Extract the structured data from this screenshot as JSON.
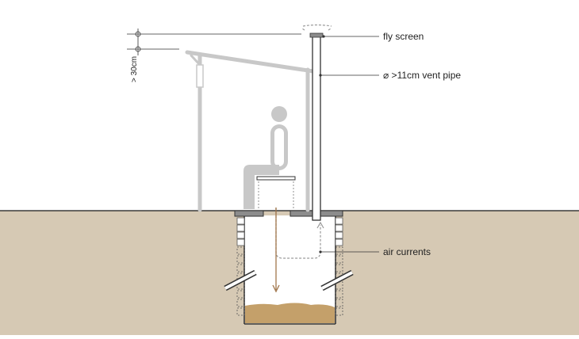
{
  "diagram": {
    "labels": {
      "fly_screen": "fly screen",
      "vent_pipe": "⌀ >11cm vent pipe",
      "air_currents": "air currents",
      "height_dim": "> 30cm"
    },
    "colors": {
      "ground": "#d6c9b4",
      "ground_line": "#3a3a3a",
      "structure_grey": "#c8c8c8",
      "line_dark": "#333333",
      "sludge": "#c4a06a",
      "arrow_brown": "#a0754a",
      "dashed_grey": "#9a9a9a",
      "slab_grey": "#8c8c8c"
    },
    "icons": {
      "person": "seated-person-icon",
      "down_arrow": "arrow-down-icon",
      "up_arrow": "arrow-up-icon"
    }
  }
}
